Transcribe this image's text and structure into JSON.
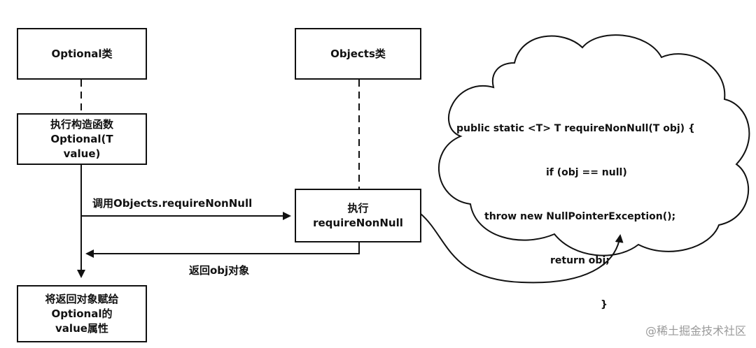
{
  "boxes": {
    "optional_class": "Optional类",
    "objects_class": "Objects类",
    "constructor": [
      "执行构造函数",
      "Optional(T",
      "value)"
    ],
    "execute": [
      "执行",
      "requireNonNull"
    ],
    "assign": [
      "将返回对象赋给",
      "Optional的",
      "value属性"
    ]
  },
  "arrows": {
    "call_label": "调用Objects.requireNonNull",
    "return_label": "返回obj对象"
  },
  "cloud": {
    "code_lines": [
      "public static <T> T requireNonNull(T obj) {",
      "    if (obj == null)",
      "        throw new NullPointerException();",
      "    return obj;",
      "}"
    ]
  },
  "watermark": "@稀土掘金技术社区"
}
